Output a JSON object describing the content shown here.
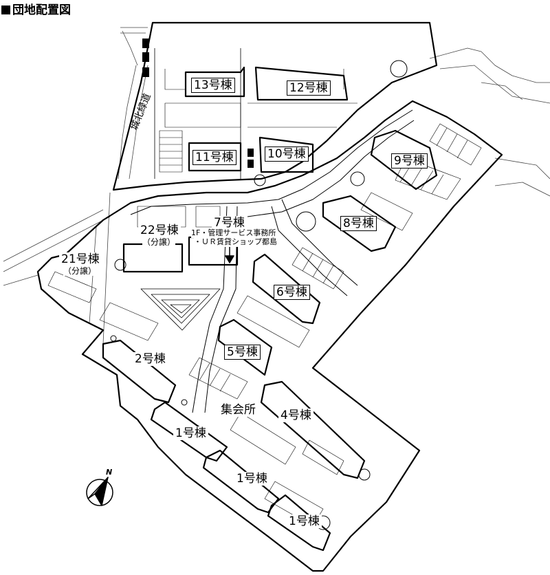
{
  "title": "団地配置図",
  "road_name": "城北緑道",
  "north_label": "N",
  "buildings": {
    "b13": "13号棟",
    "b12": "12号棟",
    "b11": "11号棟",
    "b10": "10号棟",
    "b9": "9号棟",
    "b8": "8号棟",
    "b7": "7号棟",
    "b7_note1": "1F・管理サービス事務所",
    "b7_note2": "・ＵＲ賃貸ショップ都島",
    "b22": "22号棟",
    "b22_sub": "（分譲）",
    "b21": "21号棟",
    "b21_sub": "（分譲）",
    "b6": "6号棟",
    "b5": "5号棟",
    "b4": "4号棟",
    "b2": "2号棟",
    "b1a": "1号棟",
    "b1b": "1号棟",
    "b1c": "1号棟",
    "hall": "集会所"
  },
  "colors": {
    "line": "#000000",
    "background": "#ffffff",
    "fill": "#000000"
  }
}
